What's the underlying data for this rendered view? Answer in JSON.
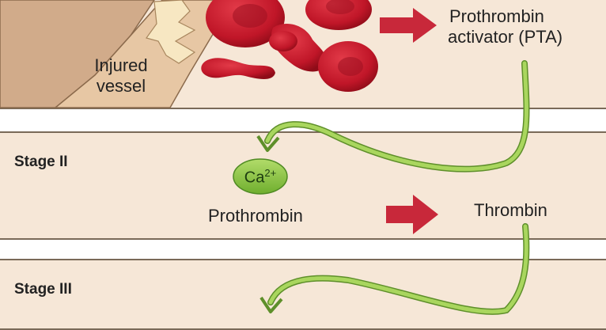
{
  "stages": [
    {
      "label": ""
    },
    {
      "label": "Stage II"
    },
    {
      "label": "Stage III"
    }
  ],
  "labels": {
    "injured_vessel_line1": "Injured",
    "injured_vessel_line2": "vessel",
    "pta_line1": "Prothrombin",
    "pta_line2": "activator (PTA)",
    "ca_base": "Ca",
    "ca_sup": "2+",
    "prothrombin": "Prothrombin",
    "thrombin": "Thrombin"
  },
  "colors": {
    "panel": "#f6e7d7",
    "arrow_red": "#c8283a",
    "arrow_green": "#8cc63f",
    "rbc": "#c21b2b",
    "ca_fill": "#8dc84a"
  }
}
